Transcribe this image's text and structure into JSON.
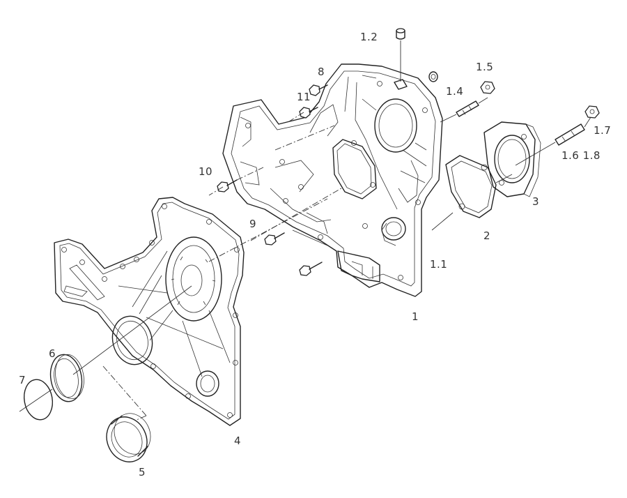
{
  "labels": {
    "p1": "1",
    "p1_1": "1.1",
    "p1_2": "1.2",
    "p1_4": "1.4",
    "p1_5": "1.5",
    "p1_6_8": "1.6 1.8",
    "p1_7": "1.7",
    "p2": "2",
    "p3": "3",
    "p4": "4",
    "p5": "5",
    "p6": "6",
    "p7": "7",
    "p8": "8",
    "p9": "9",
    "p10": "10",
    "p11": "11"
  },
  "colors": {
    "line": "#222222",
    "text": "#333333",
    "background": "#ffffff"
  }
}
